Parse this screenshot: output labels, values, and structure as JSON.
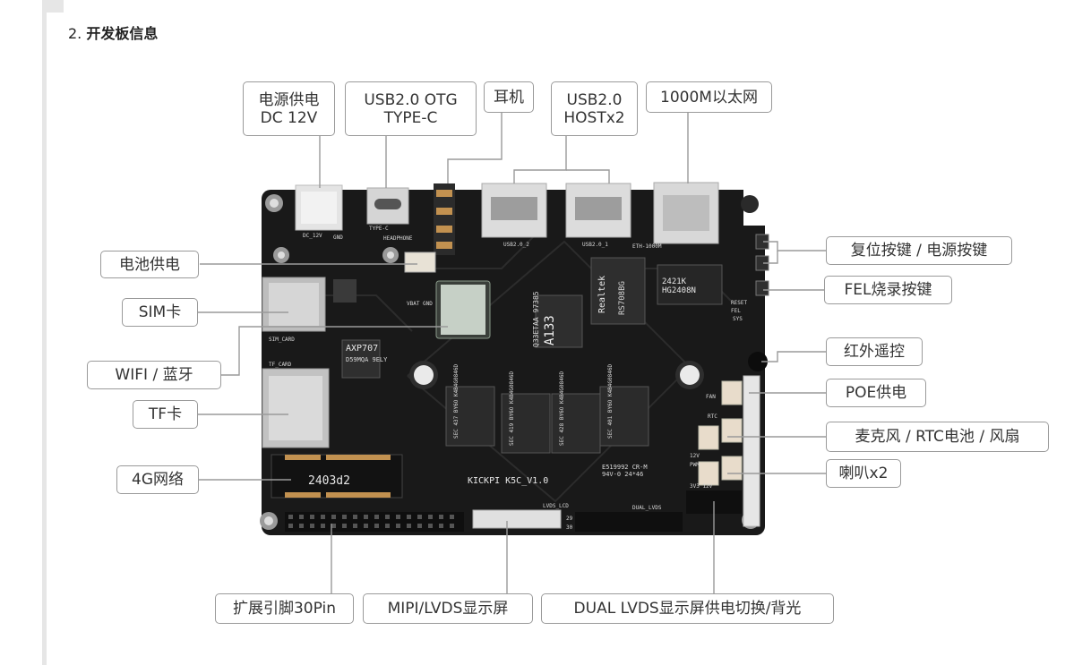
{
  "heading": {
    "number": "2.",
    "title": "开发板信息"
  },
  "callouts": {
    "power_dc": "电源供电\nDC 12V",
    "usb_otg": "USB2.0 OTG\nTYPE-C",
    "earphone": "耳机",
    "usb_host": "USB2.0\nHOSTx2",
    "ethernet": "1000M以太网",
    "battery": "电池供电",
    "sim": "SIM卡",
    "wifi_bt": "WIFI / 蓝牙",
    "tf": "TF卡",
    "lte": "4G网络",
    "reset_power": "复位按键 / 电源按键",
    "fel": "FEL烧录按键",
    "ir": "红外遥控",
    "poe": "POE供电",
    "mic_rtc_fan": "麦克风 / RTC电池 / 风扇",
    "speaker": "喇叭x2",
    "gpio": "扩展引脚30Pin",
    "mipi_lvds": "MIPI/LVDS显示屏",
    "dual_lvds": "DUAL LVDS显示屏供电切换/背光"
  },
  "board": {
    "soc": "A133",
    "soc_code": "Q33ETAA 97385",
    "pmic": "AXP707",
    "pmic_code": "D59MQA 9ELY",
    "eth_chip_brand": "Realtek",
    "eth_chip": "RS708BG",
    "magnetics": "2421K HG2408N",
    "model": "KICKPI K5C_V1.0",
    "module_label": "2403d2",
    "cert": "E519992 CR-M 94V-0 24*46",
    "ram": [
      "SEC 437 BY6O K4B4G0846D",
      "SEC 419 BY6O K4B4G0846D",
      "SEC 428 BY6O K4B4G0846D",
      "SEC 401 BY6O K4B4G0846D"
    ],
    "silk": {
      "dc12v": "DC_12V",
      "gnd": "GND",
      "typec": "TYPE-C",
      "headphone": "HEADPHONE",
      "usb2": "USB2.0_2",
      "usb1": "USB2.0_1",
      "eth": "ETH-1000M",
      "sim_card": "SIM_CARD",
      "tf_card": "TF_CARD",
      "vbat": "VBAT GND",
      "lvds_lcd": "LVDS_LCD",
      "dual_lvds": "DUAL_LVDS",
      "reset": "RESET",
      "fel": "FEL",
      "sys": "SYS",
      "fan": "FAN",
      "rtc": "RTC",
      "pin29": "29",
      "pin30": "30",
      "v33": "3V3 12V",
      "pwm": "PWM",
      "v12": "12V"
    }
  },
  "colors": {
    "pcb": "#191919",
    "copper": "#b88a4a",
    "callout_border": "#9a9a9a",
    "leader": "#9a9a9a"
  }
}
